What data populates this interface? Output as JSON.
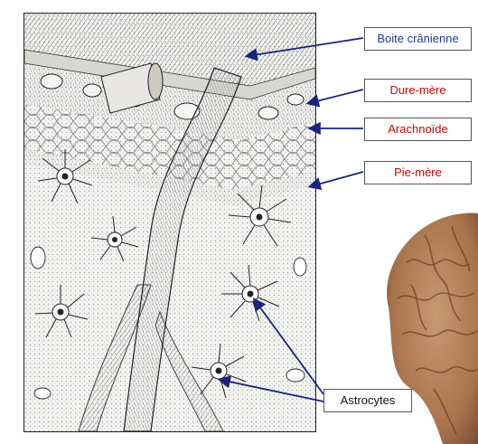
{
  "labels": {
    "skull": "Boite crânienne",
    "dura": "Dure-mère",
    "arachnoid": "Arachnoïde",
    "pia": "Pie-mère",
    "astrocytes": "Astrocytes"
  },
  "colors": {
    "skull_text": "#1f3a93",
    "meninges_text": "#cc0000",
    "astrocytes_text": "#111111",
    "arrow": "#1a237e",
    "brain": "#b07a52"
  }
}
